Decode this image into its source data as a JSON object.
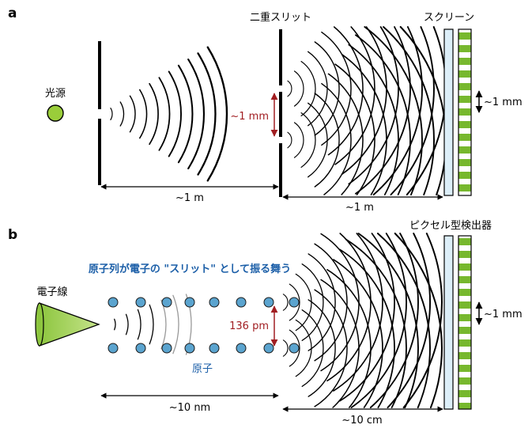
{
  "panel_a": {
    "label": "a",
    "light_source": "光源",
    "double_slit": "二重スリット",
    "screen": "スクリーン",
    "slit_gap": "~1 mm",
    "fringe_spacing": "~1 mm",
    "distance_1": "~1 m",
    "distance_2": "~1 m"
  },
  "panel_b": {
    "label": "b",
    "electron_beam": "電子線",
    "caption": "原子列が電子の \"スリット\" として振る舞う",
    "detector": "ピクセル型検出器",
    "atom": "原子",
    "atom_gap": "136 pm",
    "fringe_spacing": "~1 mm",
    "distance_1": "~10 nm",
    "distance_2": "~10 cm"
  },
  "colors": {
    "source": "#9ACD3A",
    "atom": "#5BA4CF",
    "caption": "#1C5FA8",
    "red_arrow": "#A11E22",
    "screen": "#DCEEF8",
    "fringe_green": "#77B82E"
  }
}
